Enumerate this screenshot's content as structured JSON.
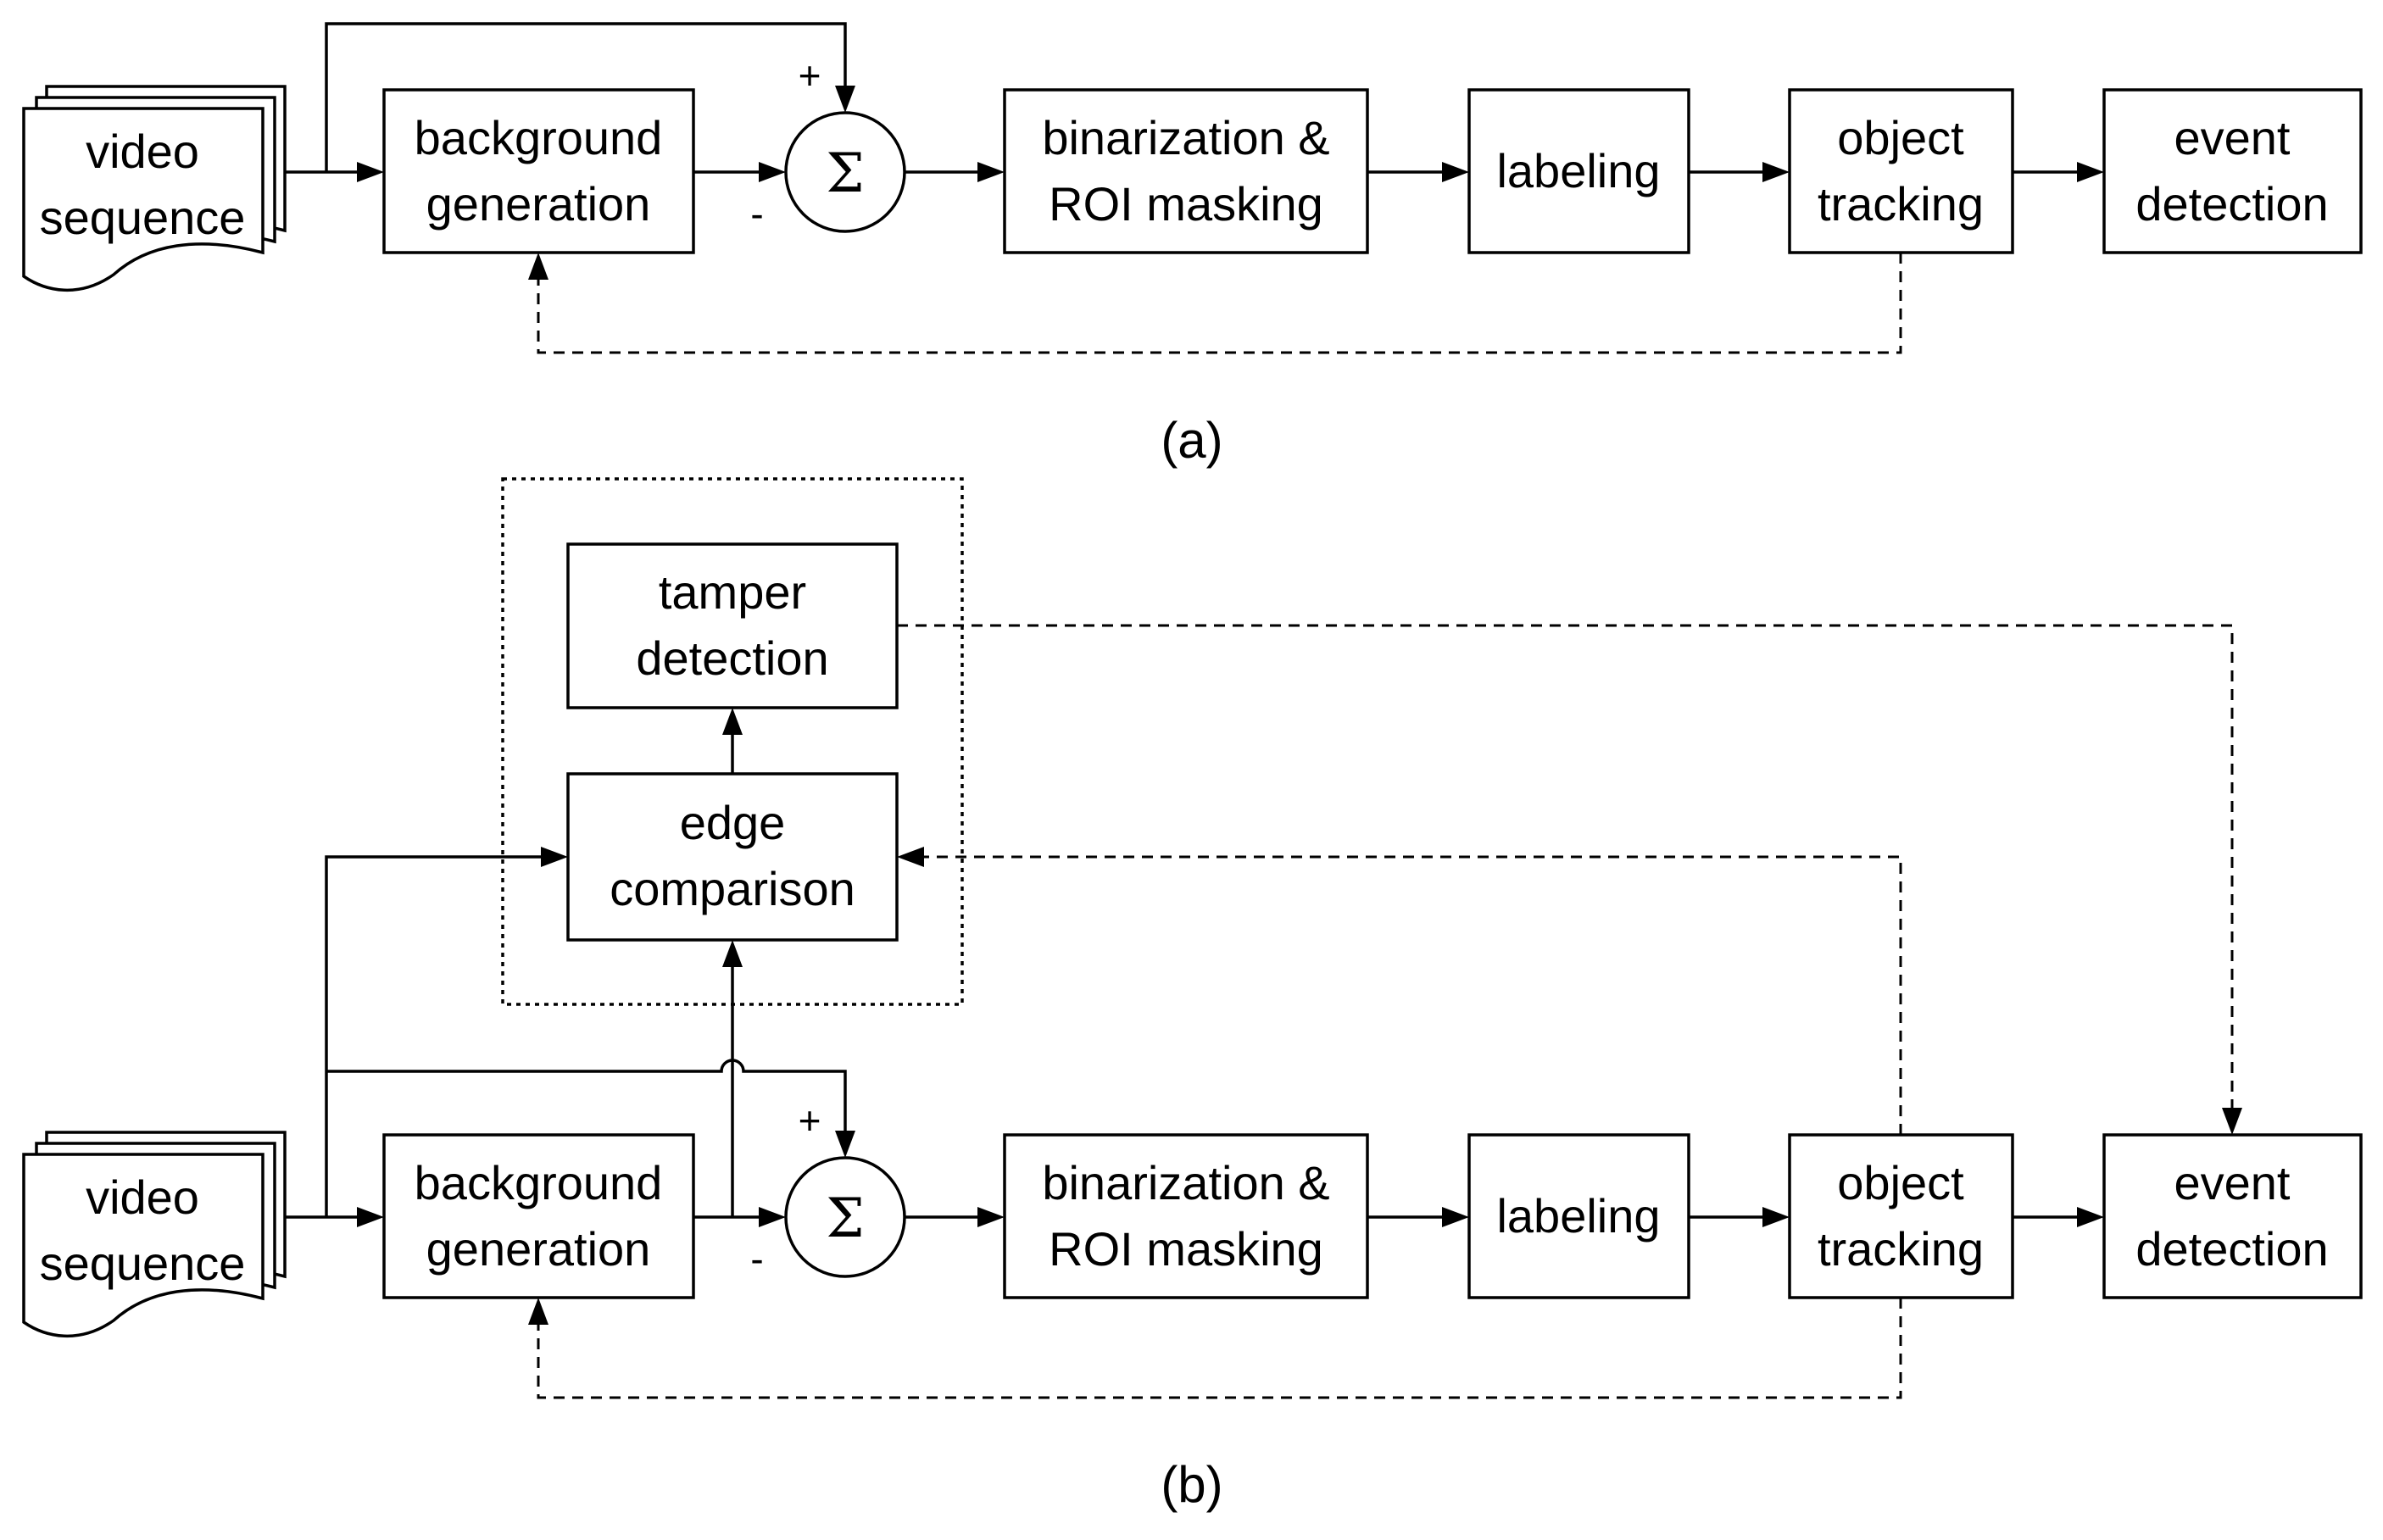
{
  "diagram_a": {
    "caption": "(a)",
    "video": [
      "video",
      "sequence"
    ],
    "background": [
      "background",
      "generation"
    ],
    "binarization": [
      "binarization &",
      "ROI masking"
    ],
    "labeling": [
      "labeling"
    ],
    "tracking": [
      "object",
      "tracking"
    ],
    "event": [
      "event",
      "detection"
    ],
    "sum_symbol": "Σ",
    "plus": "+",
    "minus": "-"
  },
  "diagram_b": {
    "caption": "(b)",
    "video": [
      "video",
      "sequence"
    ],
    "background": [
      "background",
      "generation"
    ],
    "binarization": [
      "binarization &",
      "ROI masking"
    ],
    "labeling": [
      "labeling"
    ],
    "tracking": [
      "object",
      "tracking"
    ],
    "event": [
      "event",
      "detection"
    ],
    "tamper": [
      "tamper",
      "detection"
    ],
    "edge": [
      "edge",
      "comparison"
    ],
    "sum_symbol": "Σ",
    "plus": "+",
    "minus": "-"
  }
}
